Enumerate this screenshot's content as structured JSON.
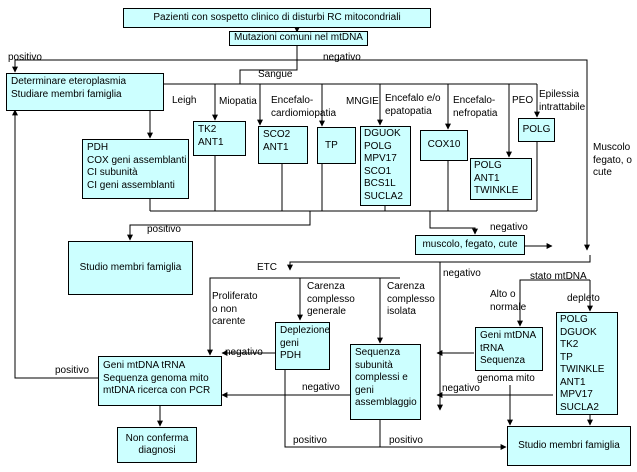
{
  "boxes": {
    "title": "Pazienti con sospetto clinico di disturbi RC mitocondriali",
    "mutazioni": "Mutazioni comuni nel mtDNA",
    "eteroplasmia": [
      "Determinare eteroplasmia",
      "Studiare membri famiglia"
    ],
    "pdh_cox": [
      "PDH",
      "COX geni assemblanti",
      "CI subunità",
      "CI geni assemblanti"
    ],
    "tk2_ant1": [
      "TK2",
      "ANT1"
    ],
    "sco2_ant1": [
      "SCO2",
      "ANT1"
    ],
    "tp": "TP",
    "dguok_list": [
      "DGUOK",
      "POLG",
      "MPV17",
      "SCO1",
      "BCS1L",
      "SUCLA2"
    ],
    "cox10": "COX10",
    "polg_right": "POLG",
    "polg_ant1_twinkle": [
      "POLG",
      "ANT1",
      "TWINKLE"
    ],
    "studio_left": "Studio membri famiglia",
    "muscolo_box": "muscolo, fegato, cute",
    "deplezione": [
      "Deplezione",
      "geni",
      "PDH"
    ],
    "sequenza_subunita": [
      "Sequenza",
      "subunità",
      "complessi e",
      "geni",
      "assemblaggio"
    ],
    "geni_mtdna_right": [
      "Geni mtDNA",
      "tRNA",
      "Sequenza"
    ],
    "depleto_list": [
      "POLG",
      "DGUOK",
      "TK2",
      "TP",
      "TWINKLE",
      "ANT1",
      "MPV17",
      "SUCLA2"
    ],
    "geni_mtdna_left": [
      "Geni mtDNA tRNA",
      "Sequenza genoma mito",
      "mtDNA ricerca con PCR"
    ],
    "non_conferma": [
      "Non conferma",
      "diagnosi"
    ],
    "studio_right": "Studio membri famiglia"
  },
  "labels": {
    "positivo_top": "positivo",
    "negativo_top": "negativo",
    "sangue": "Sangue",
    "leigh": "Leigh",
    "miopatia": "Miopatia",
    "encefalo_cardio": [
      "Encefalo-",
      "cardiomiopatia"
    ],
    "mngie": "MNGIE",
    "encefalo_epato": [
      "Encefalo e/o",
      "epatopatia"
    ],
    "encefalo_nefro": [
      "Encefalo-",
      "nefropatia"
    ],
    "peo": "PEO",
    "epilessia": [
      "Epilessia",
      "intrattabile"
    ],
    "muscolo_side": [
      "Muscolo",
      "fegato, o",
      "cute"
    ],
    "positivo_mid": "positivo",
    "negativo_mid": "negativo",
    "etc": "ETC",
    "negativo_etc": "negativo",
    "stato_mtdna": "stato mtDNA",
    "carenza_generale": [
      "Carenza",
      "complesso",
      "generale"
    ],
    "carenza_isolata": [
      "Carenza",
      "complesso",
      "isolata"
    ],
    "proliferato": [
      "Proliferato",
      "o non",
      "carente"
    ],
    "alto_normale": [
      "Alto o",
      "normale"
    ],
    "depleto": "depleto",
    "genoma_mito": "genoma mito",
    "negativo_depl": "negativo",
    "positivo_left": "positivo",
    "negativo_seq": "negativo",
    "negativo_genomito": "negativo",
    "positivo_bottom1": "positivo",
    "positivo_bottom2": "positivo"
  },
  "colors": {
    "box_fill": "#ccffff",
    "line": "#000000"
  }
}
